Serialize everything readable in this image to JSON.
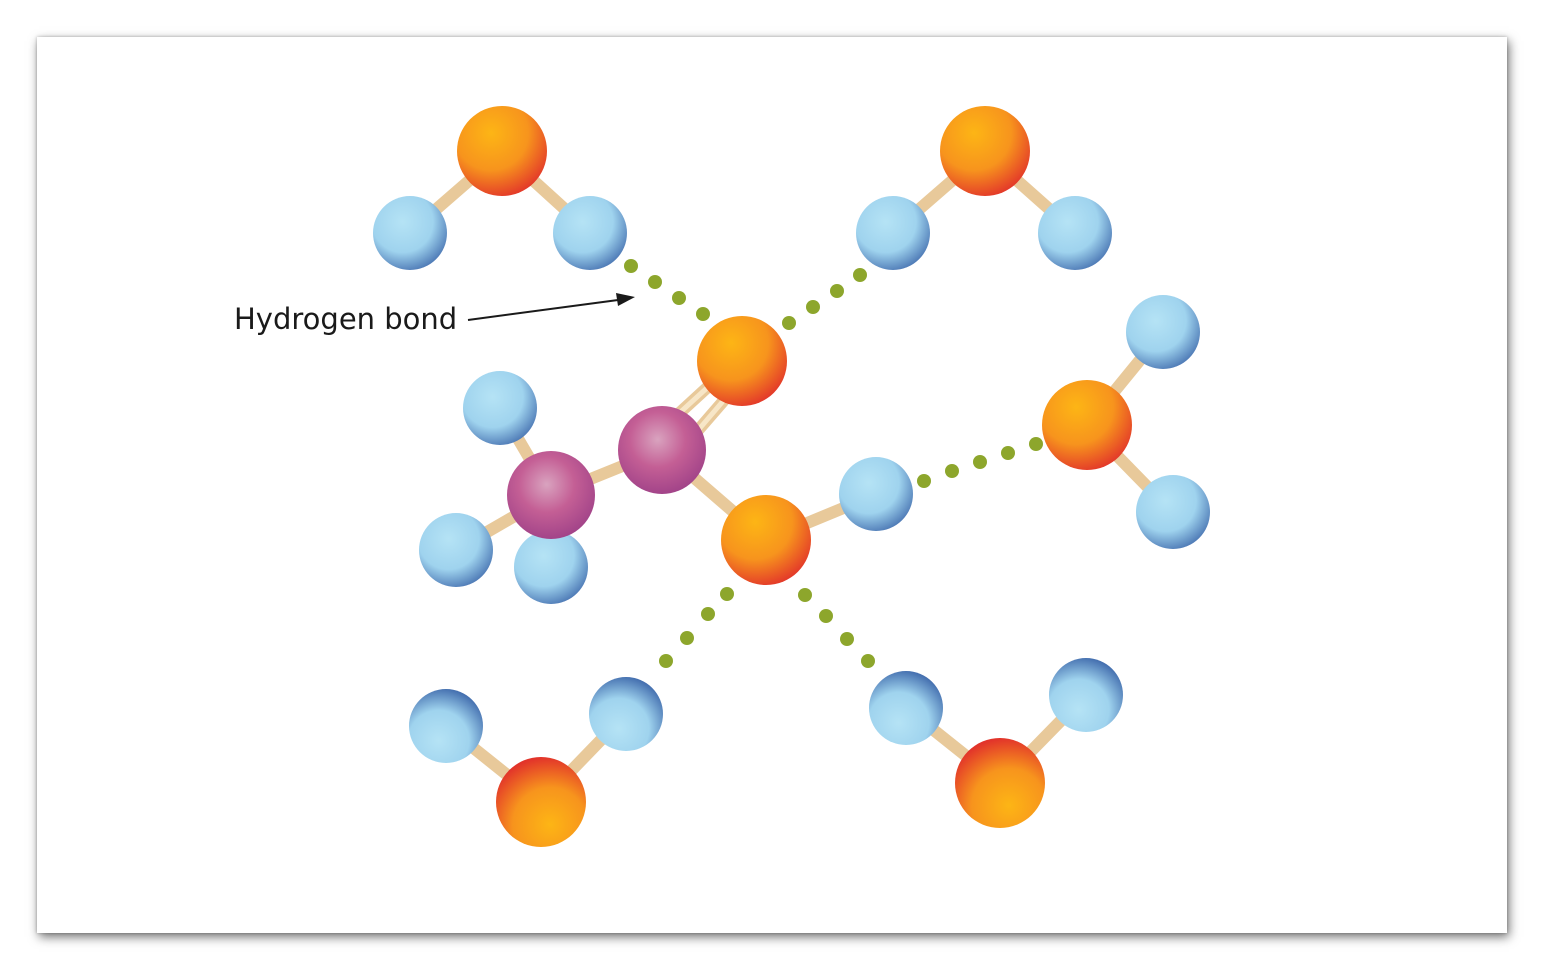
{
  "figure": {
    "label": "Hydrogen bond"
  },
  "colors": {
    "oxygen": "#f7941d",
    "carbon": "#b54d8e",
    "hydrogen": "#a6daf0",
    "covalent_bond": "#e8c99a",
    "hydrogen_bond_dots": "#8da62c",
    "arrow": "#1a1a1a"
  },
  "atoms_legend": {
    "oxygen_icon": "orange-sphere",
    "carbon_icon": "magenta-sphere",
    "hydrogen_icon": "light-blue-sphere"
  }
}
